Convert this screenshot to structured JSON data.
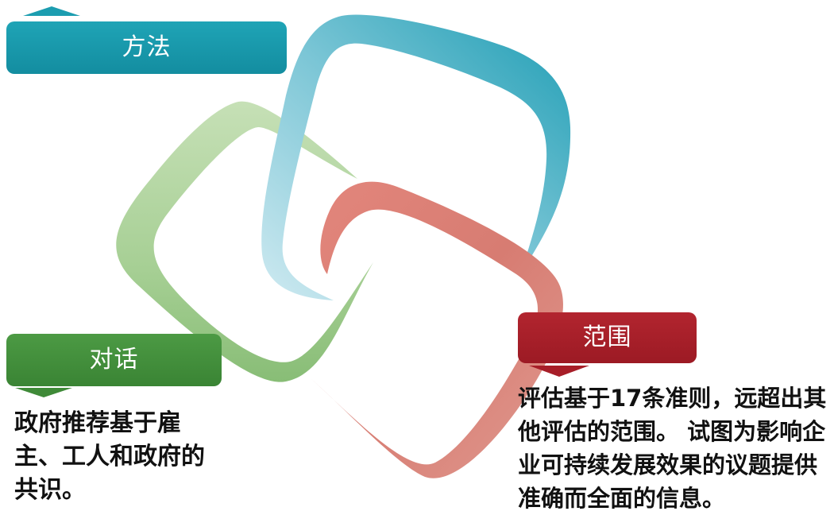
{
  "labels": {
    "method": "方法",
    "dialogue": "对话",
    "scope": "范围"
  },
  "descriptions": {
    "dialogue": "政府推荐基于雇主、工人和政府的共识。",
    "scope": "评估基于17条准则，远超出其他评估的范围。 试图为影响企业可持续发展效果的议题提供准确而全面的信息。"
  },
  "colors": {
    "teal": "#1c9db0",
    "green": "#3f8a38",
    "red": "#a71e28",
    "teal_loop": "#7cc6d6",
    "green_loop": "#9cc98a",
    "red_loop": "#d97a72"
  }
}
